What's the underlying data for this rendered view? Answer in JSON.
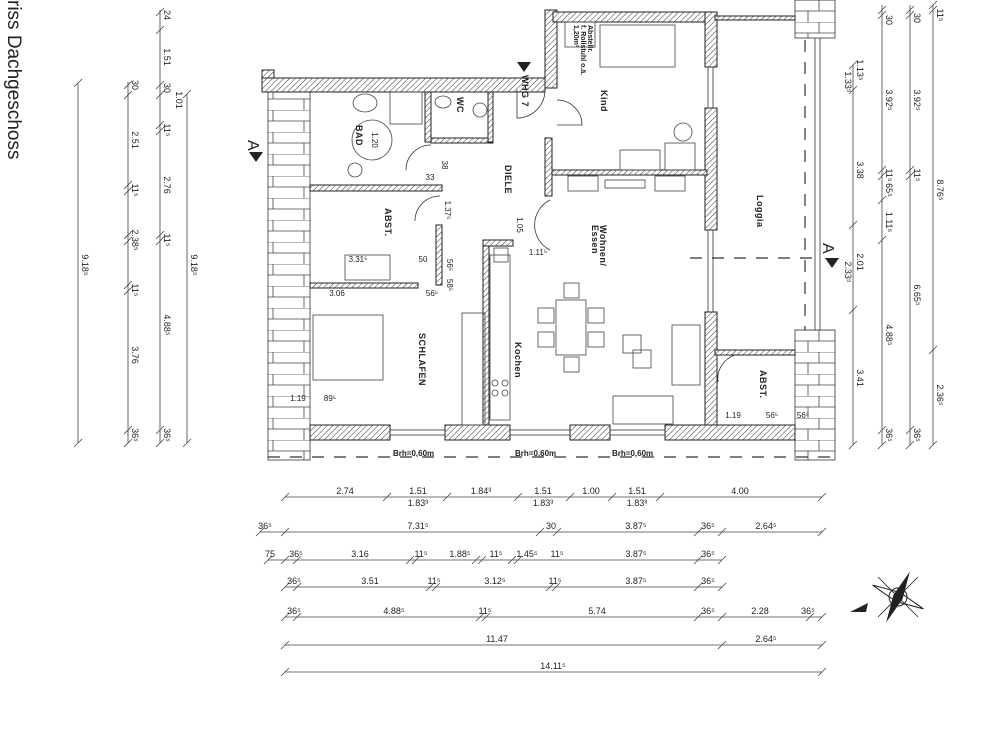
{
  "title": "riss Dachgeschoss",
  "rooms": {
    "bad": "BAD",
    "wc": "WC",
    "diele": "DIELE",
    "abst_left": "ABST.",
    "kind": "Kind",
    "wohnen": "Wohnen/",
    "essen": "Essen",
    "loggia": "Loggia",
    "schlafen": "SCHLAFEN",
    "kochen": "Kochen",
    "abst_right": "ABST.",
    "entrance": "WHG 7",
    "abstellr_1": "Abstellr.",
    "abstellr_2": "f. Rollstuhl o.ä.",
    "abstellr_3": "1,20m²"
  },
  "section_marks": [
    "A",
    "A"
  ],
  "sill_labels": [
    "Brh=0,60m",
    "Brh=0,60m",
    "Brh=0,60m"
  ],
  "interior_dims": [
    "1.20",
    "38",
    "33",
    "1.37⁵",
    "1.05",
    "1.11⁵",
    "3.31⁵",
    "50",
    "56⁵",
    "58⁵",
    "3.06",
    "56⁵",
    "1.19",
    "89⁵",
    "1.19",
    "56⁵",
    "56⁵"
  ],
  "dims": {
    "bottom": [
      [
        "2.74",
        "1.51",
        "1.83³",
        "1.84³",
        "1.51",
        "1.83³",
        "1.00",
        "1.51",
        "1.83³",
        "4.00"
      ],
      [
        "36⁵",
        "7.31⁵",
        "30",
        "3.87⁵",
        "36⁵",
        "2.64⁵"
      ],
      [
        "75",
        "36⁵",
        "3.16",
        "11⁵",
        "1.88⁵",
        "11⁵",
        "1.45⁵",
        "11⁵",
        "3.87⁵",
        "36⁵"
      ],
      [
        "36⁵",
        "3.51",
        "11⁵",
        "3.12⁵",
        "11⁵",
        "3.87⁵",
        "36⁵"
      ],
      [
        "36⁵",
        "4.88⁵",
        "11⁵",
        "5.74",
        "36⁵",
        "2.28",
        "36⁵"
      ],
      [
        "11.47",
        "2.64⁵"
      ],
      [
        "14.11⁵"
      ]
    ],
    "left": [
      [
        "9.18⁵"
      ],
      [
        "30",
        "2.51",
        "11⁵",
        "2.38⁵",
        "11⁵",
        "3.76",
        "36⁵"
      ],
      [
        "24",
        "1.51",
        "30",
        "1.01",
        "11⁵",
        "2.76",
        "11⁵",
        "4.88⁵",
        "36⁵"
      ],
      [
        "9.18⁵"
      ]
    ],
    "right": [
      [
        "1.13⁵",
        "1.33⁵",
        "3.38",
        "2.01",
        "2.33⁵",
        "3.41"
      ],
      [
        "30",
        "3.92⁵",
        "11⁵",
        "65⁵",
        "1.11⁵",
        "4.88⁵",
        "36⁵"
      ],
      [
        "30",
        "3.92⁵",
        "11⁵",
        "6.65⁵",
        "36⁵"
      ],
      [
        "11⁵",
        "8.76⁵",
        "2.36⁵"
      ]
    ]
  },
  "colors": {
    "ink": "#222222",
    "background": "#ffffff"
  }
}
